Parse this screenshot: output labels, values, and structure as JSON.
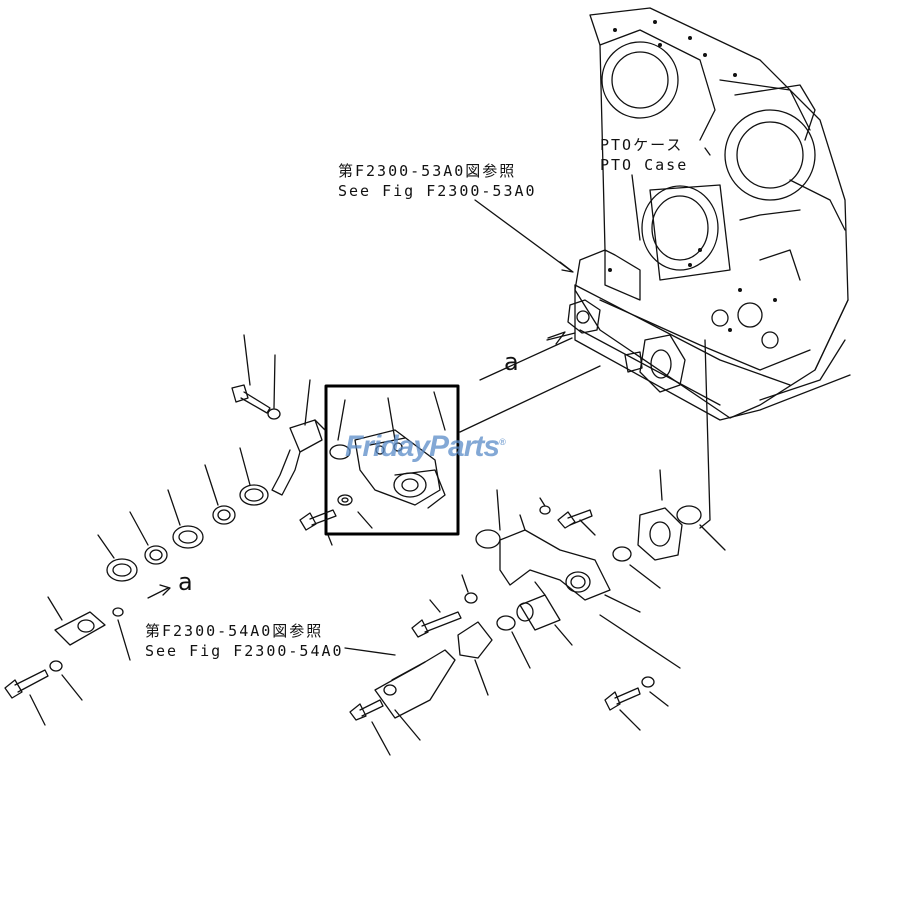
{
  "labels": {
    "pto_case_jp": "PTOケース",
    "pto_case_en": "PTO Case",
    "ref1_jp": "第F2300-53A0図参照",
    "ref1_en": "See Fig F2300-53A0",
    "ref2_jp": "第F2300-54A0図参照",
    "ref2_en": "See Fig F2300-54A0",
    "detail_a_upper": "a",
    "detail_a_lower": "a"
  },
  "watermark": {
    "part1": "Friday",
    "part2": "Parts",
    "mark": "®",
    "color": "#5a8cc8",
    "accent": "#f0a020"
  },
  "highlight_color": "#000000"
}
